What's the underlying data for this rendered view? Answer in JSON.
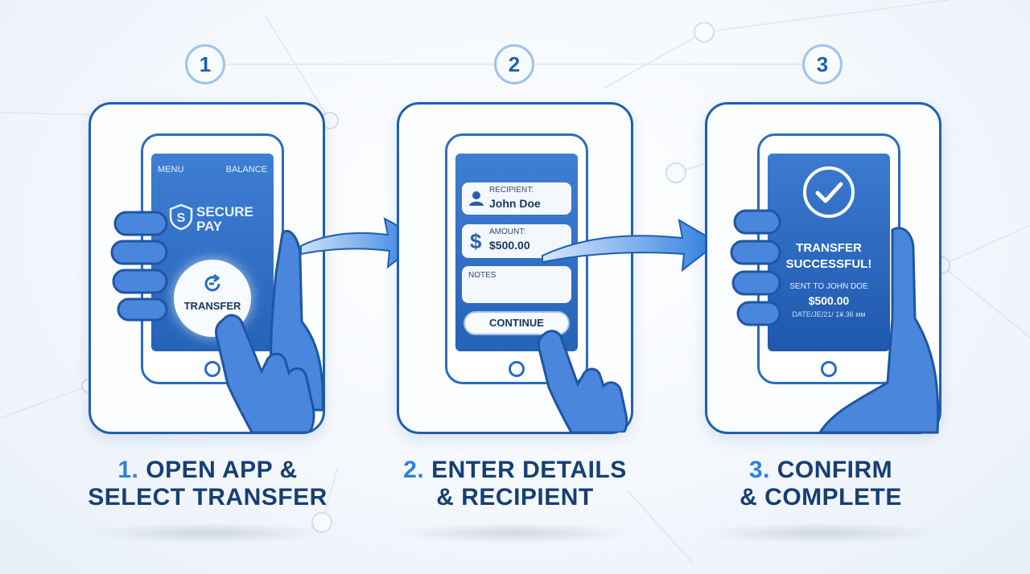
{
  "steps": [
    {
      "number": "1",
      "caption_num": "1.",
      "caption_line1": "OPEN APP &",
      "caption_line2": "SELECT TRANSFER",
      "screen": {
        "menu": "MENU",
        "balance": "BALANCE",
        "logo_line1": "SECURE",
        "logo_line2": "PAY",
        "transfer_button": "TRANSFER"
      }
    },
    {
      "number": "2",
      "caption_num": "2.",
      "caption_line1": "ENTER DETAILS",
      "caption_line2": "& RECIPIENT",
      "screen": {
        "recipient_label": "RECIPIENT:",
        "recipient_value": "John Doe",
        "amount_label": "AMOUNT:",
        "amount_value": "$500.00",
        "notes_label": "NOTES",
        "continue_button": "CONTINUE"
      }
    },
    {
      "number": "3",
      "caption_num": "3.",
      "caption_line1": "CONFIRM",
      "caption_line2": "& COMPLETE",
      "screen": {
        "title_line1": "TRANSFER",
        "title_line2": "SUCCESSFUL!",
        "sent_to": "SENT TO JOHN DOE",
        "amount": "$500.00",
        "date_line": "DATE/JE/21/ 1¥.36 ᴍᴍ"
      }
    }
  ],
  "colors": {
    "primary": "#1f5fb0",
    "screen_blue": "#2563b8",
    "accent": "#2f7fe0",
    "caption": "#163f73"
  },
  "icons": [
    "shield-logo-icon",
    "transfer-cycle-icon",
    "user-icon",
    "dollar-icon",
    "checkmark-circle-icon",
    "arrow-right-icon",
    "hand-icon"
  ]
}
